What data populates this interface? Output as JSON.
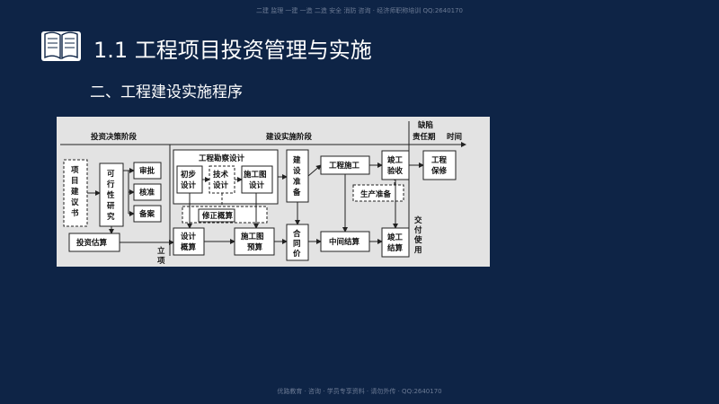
{
  "watermark": {
    "top": "二建 监理 一建 一造 二造 安全 消防 咨询 · 经济师职称培训 QQ:2640170",
    "bottom": "优路教育 · 咨询 · 学员专享资料 · 请勿外传 · QQ:2640170"
  },
  "title": "1.1 工程项目投资管理与实施",
  "subtitle": "二、工程建设实施程序",
  "diagram": {
    "phase_decision": "投资决策阶段",
    "phase_implementation": "建设实施阶段",
    "phase_defect_line1": "缺陷",
    "phase_defect_line2": "责任期",
    "time_label": "时间",
    "proposal": [
      "项",
      "目",
      "建",
      "议",
      "书"
    ],
    "feasibility": [
      "可",
      "行",
      "性",
      "研",
      "究"
    ],
    "approval": "审批",
    "ratify": "核准",
    "filing": "备案",
    "investment_estimate": "投资估算",
    "project_approval": [
      "立",
      "项"
    ],
    "survey_design": "工程勘察设计",
    "prelim_design": [
      "初步",
      "设计"
    ],
    "technical_design": [
      "技术",
      "设计"
    ],
    "construction_drawing_design": [
      "施工图",
      "设计"
    ],
    "revised_estimate": "修正概算",
    "design_estimate": [
      "设计",
      "概算"
    ],
    "drawing_budget": [
      "施工图",
      "预算"
    ],
    "construction_prep": [
      "建",
      "设",
      "准",
      "备"
    ],
    "contract_price": [
      "合",
      "同",
      "价"
    ],
    "construction": "工程施工",
    "production_prep": "生产准备",
    "interim_settlement": "中间结算",
    "completion_acceptance": [
      "竣工",
      "验收"
    ],
    "final_settlement": [
      "竣工",
      "结算"
    ],
    "handover": [
      "交",
      "付",
      "使",
      "用"
    ],
    "warranty": [
      "工程",
      "保修"
    ]
  }
}
